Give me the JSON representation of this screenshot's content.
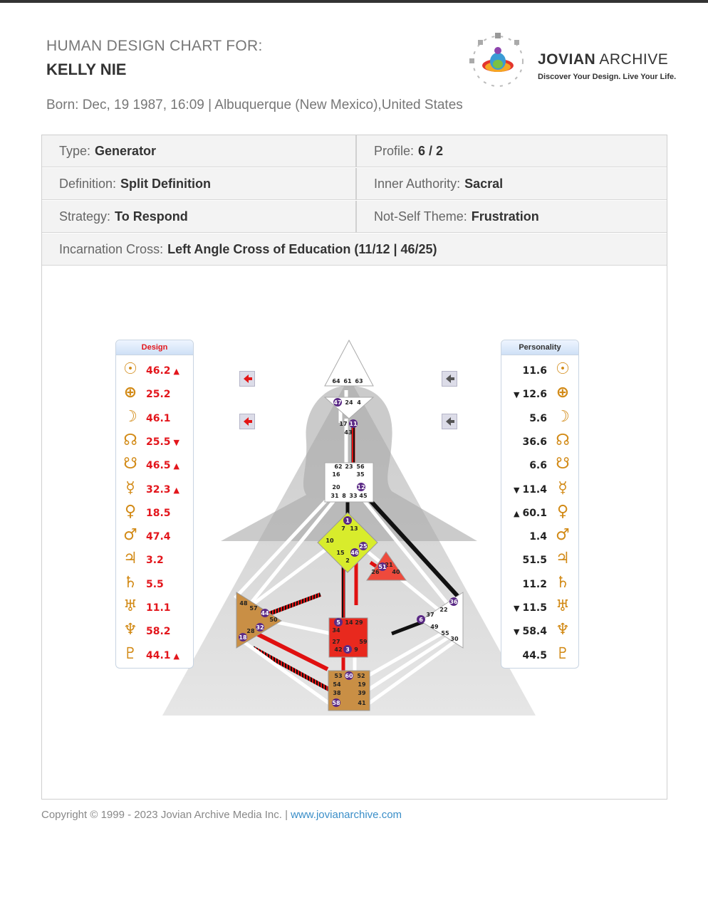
{
  "header": {
    "label": "HUMAN DESIGN CHART FOR:",
    "name": "KELLY NIE",
    "born": "Born:  Dec, 19 1987, 16:09 | Albuquerque (New Mexico),United States"
  },
  "logo": {
    "title_bold": "JOVIAN",
    "title_rest": "ARCHIVE",
    "tagline": "Discover Your Design. Live Your Life."
  },
  "info": {
    "type_label": "Type:",
    "type_value": "Generator",
    "profile_label": "Profile:",
    "profile_value": "6 / 2",
    "definition_label": "Definition:",
    "definition_value": "Split Definition",
    "authority_label": "Inner Authority:",
    "authority_value": "Sacral",
    "strategy_label": "Strategy:",
    "strategy_value": "To Respond",
    "notself_label": "Not-Self Theme:",
    "notself_value": "Frustration",
    "cross_label": "Incarnation Cross:",
    "cross_value": "Left Angle Cross of Education (11/12 | 46/25)"
  },
  "design": {
    "title": "Design",
    "rows": [
      {
        "glyph": "☉",
        "value": "46.2",
        "arrow": "▲"
      },
      {
        "glyph": "⊕",
        "value": "25.2",
        "arrow": ""
      },
      {
        "glyph": "☽",
        "value": "46.1",
        "arrow": ""
      },
      {
        "glyph": "☊",
        "value": "25.5",
        "arrow": "▼"
      },
      {
        "glyph": "☋",
        "value": "46.5",
        "arrow": "▲"
      },
      {
        "glyph": "☿",
        "value": "32.3",
        "arrow": "▲"
      },
      {
        "glyph": "♀",
        "value": "18.5",
        "arrow": ""
      },
      {
        "glyph": "♂",
        "value": "47.4",
        "arrow": ""
      },
      {
        "glyph": "♃",
        "value": "3.2",
        "arrow": ""
      },
      {
        "glyph": "♄",
        "value": "5.5",
        "arrow": ""
      },
      {
        "glyph": "♅",
        "value": "11.1",
        "arrow": ""
      },
      {
        "glyph": "♆",
        "value": "58.2",
        "arrow": ""
      },
      {
        "glyph": "♇",
        "value": "44.1",
        "arrow": "▲"
      }
    ]
  },
  "personality": {
    "title": "Personality",
    "rows": [
      {
        "glyph": "☉",
        "value": "11.6",
        "arrow": ""
      },
      {
        "glyph": "⊕",
        "value": "12.6",
        "arrow": "▼"
      },
      {
        "glyph": "☽",
        "value": "5.6",
        "arrow": ""
      },
      {
        "glyph": "☊",
        "value": "36.6",
        "arrow": ""
      },
      {
        "glyph": "☋",
        "value": "6.6",
        "arrow": ""
      },
      {
        "glyph": "☿",
        "value": "11.4",
        "arrow": "▼"
      },
      {
        "glyph": "♀",
        "value": "60.1",
        "arrow": "▲"
      },
      {
        "glyph": "♂",
        "value": "1.4",
        "arrow": ""
      },
      {
        "glyph": "♃",
        "value": "51.5",
        "arrow": ""
      },
      {
        "glyph": "♄",
        "value": "11.2",
        "arrow": ""
      },
      {
        "glyph": "♅",
        "value": "11.5",
        "arrow": "▼"
      },
      {
        "glyph": "♆",
        "value": "58.4",
        "arrow": "▼"
      },
      {
        "glyph": "♇",
        "value": "44.5",
        "arrow": ""
      }
    ]
  },
  "bodygraph": {
    "gates": {
      "head": [
        "64",
        "61",
        "63"
      ],
      "ajna": [
        "47",
        "24",
        "4",
        "17",
        "11",
        "43"
      ],
      "throat": [
        "62",
        "23",
        "56",
        "16",
        "35",
        "20",
        "12",
        "31",
        "8",
        "33",
        "45"
      ],
      "g": [
        "1",
        "7",
        "13",
        "10",
        "25",
        "15",
        "46",
        "2"
      ],
      "heart": [
        "21",
        "51",
        "26",
        "40"
      ],
      "spleen": [
        "48",
        "57",
        "44",
        "50",
        "32",
        "28",
        "18"
      ],
      "sacral": [
        "5",
        "14",
        "29",
        "34",
        "27",
        "59",
        "42",
        "3",
        "9"
      ],
      "solar": [
        "36",
        "22",
        "6",
        "37",
        "49",
        "55",
        "30"
      ],
      "root": [
        "53",
        "60",
        "52",
        "54",
        "19",
        "38",
        "39",
        "58",
        "41"
      ]
    },
    "activated_gates": [
      "47",
      "11",
      "12",
      "1",
      "25",
      "46",
      "51",
      "44",
      "32",
      "18",
      "5",
      "3",
      "6",
      "36",
      "60",
      "58"
    ]
  },
  "footer": {
    "copyright": "Copyright © 1999 - 2023 Jovian Archive Media Inc.  |",
    "link": "www.jovianarchive.com"
  }
}
